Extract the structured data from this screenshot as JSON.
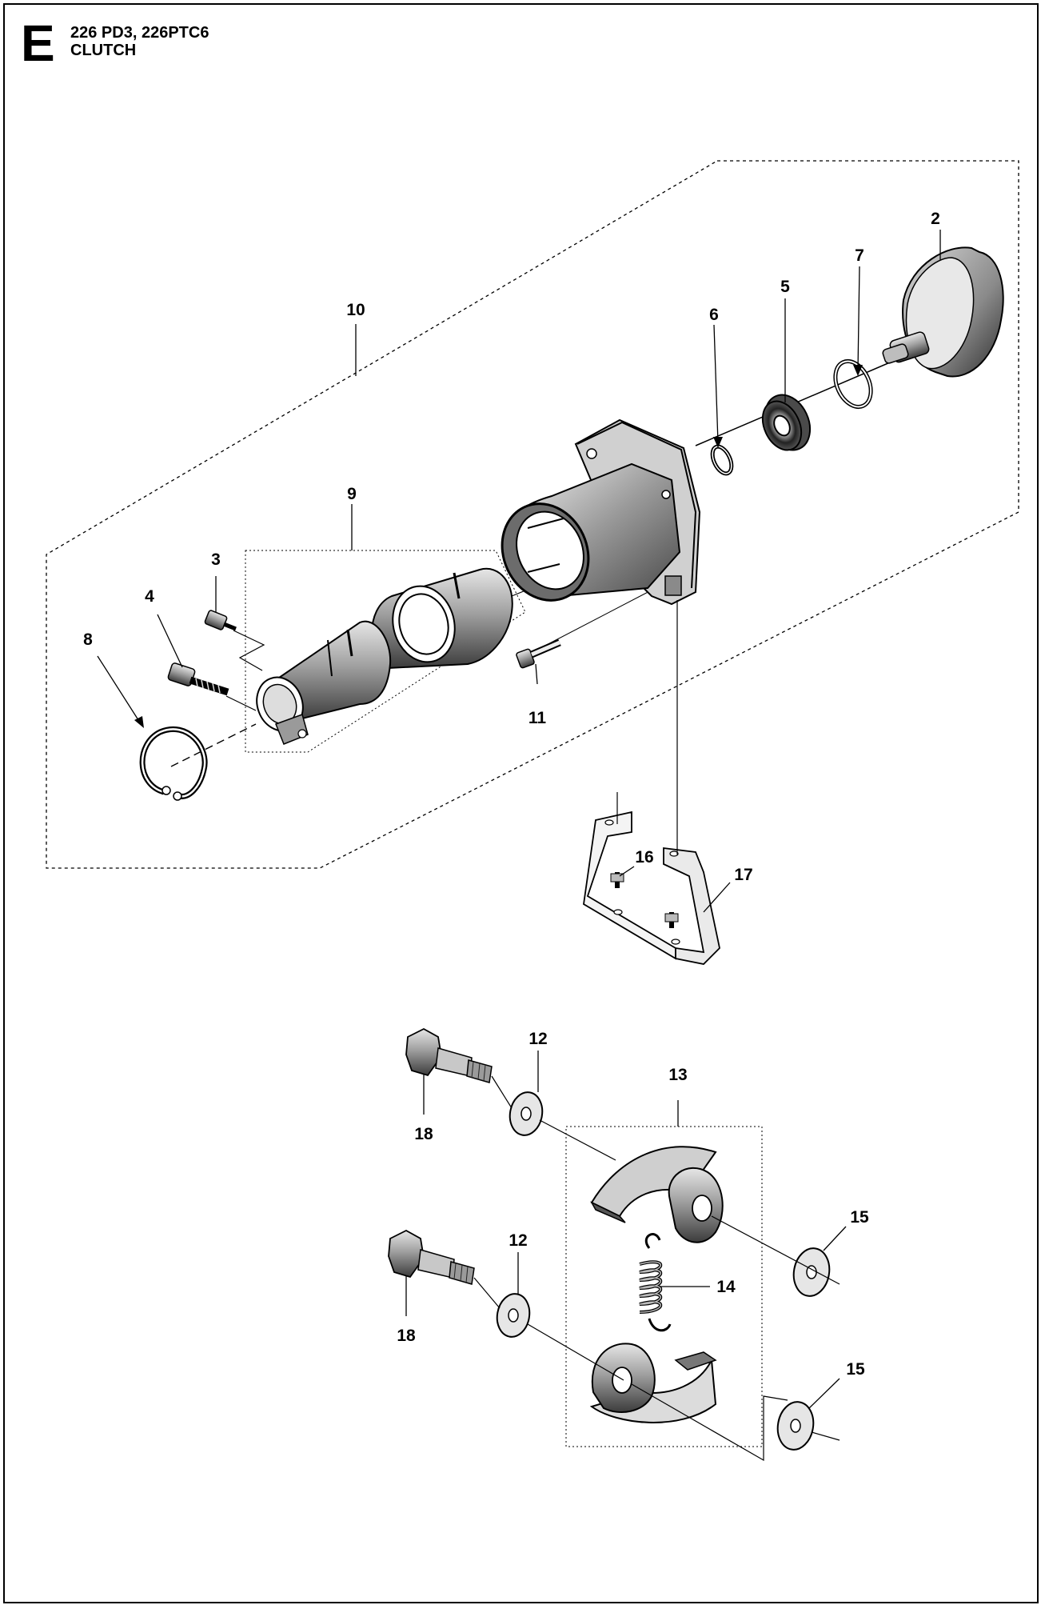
{
  "header": {
    "section_letter": "E",
    "models": "226 PD3, 226PTC6",
    "assembly_name": "CLUTCH"
  },
  "callouts": [
    {
      "id": "c2",
      "label": "2"
    },
    {
      "id": "c3",
      "label": "3"
    },
    {
      "id": "c4",
      "label": "4"
    },
    {
      "id": "c5",
      "label": "5"
    },
    {
      "id": "c6",
      "label": "6"
    },
    {
      "id": "c7",
      "label": "7"
    },
    {
      "id": "c8",
      "label": "8"
    },
    {
      "id": "c9",
      "label": "9"
    },
    {
      "id": "c10",
      "label": "10"
    },
    {
      "id": "c11",
      "label": "11"
    },
    {
      "id": "c12a",
      "label": "12"
    },
    {
      "id": "c12b",
      "label": "12"
    },
    {
      "id": "c13",
      "label": "13"
    },
    {
      "id": "c14",
      "label": "14"
    },
    {
      "id": "c15a",
      "label": "15"
    },
    {
      "id": "c15b",
      "label": "15"
    },
    {
      "id": "c16",
      "label": "16"
    },
    {
      "id": "c17",
      "label": "17"
    },
    {
      "id": "c18a",
      "label": "18"
    },
    {
      "id": "c18b",
      "label": "18"
    }
  ]
}
